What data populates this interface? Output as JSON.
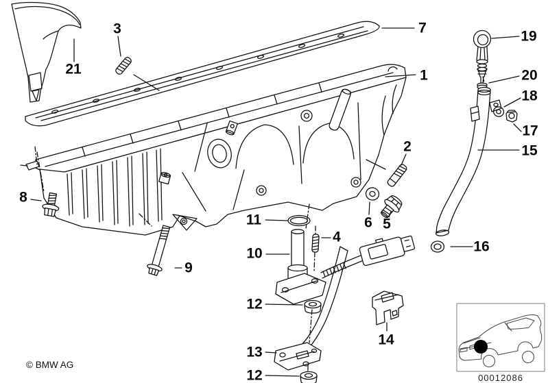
{
  "diagram_type": "bmw-parts-exploded-view-oil-pan",
  "colors": {
    "line": "#141414",
    "background": "#ffffff",
    "box_border": "#9a9a9a",
    "location_dot": "#000000"
  },
  "callouts": [
    {
      "part": "3"
    },
    {
      "part": "21"
    },
    {
      "part": "7"
    },
    {
      "part": "1"
    },
    {
      "part": "19"
    },
    {
      "part": "20"
    },
    {
      "part": "18"
    },
    {
      "part": "17"
    },
    {
      "part": "15"
    },
    {
      "part": "2"
    },
    {
      "part": "8"
    },
    {
      "part": "6"
    },
    {
      "part": "5"
    },
    {
      "part": "11"
    },
    {
      "part": "4"
    },
    {
      "part": "10"
    },
    {
      "part": "9"
    },
    {
      "part": "16"
    },
    {
      "part": "12"
    },
    {
      "part": "13"
    },
    {
      "part": "12"
    },
    {
      "part": "14"
    }
  ],
  "footer": {
    "copyright": "© BMW AG"
  },
  "reference": {
    "image_number": "00012086"
  }
}
